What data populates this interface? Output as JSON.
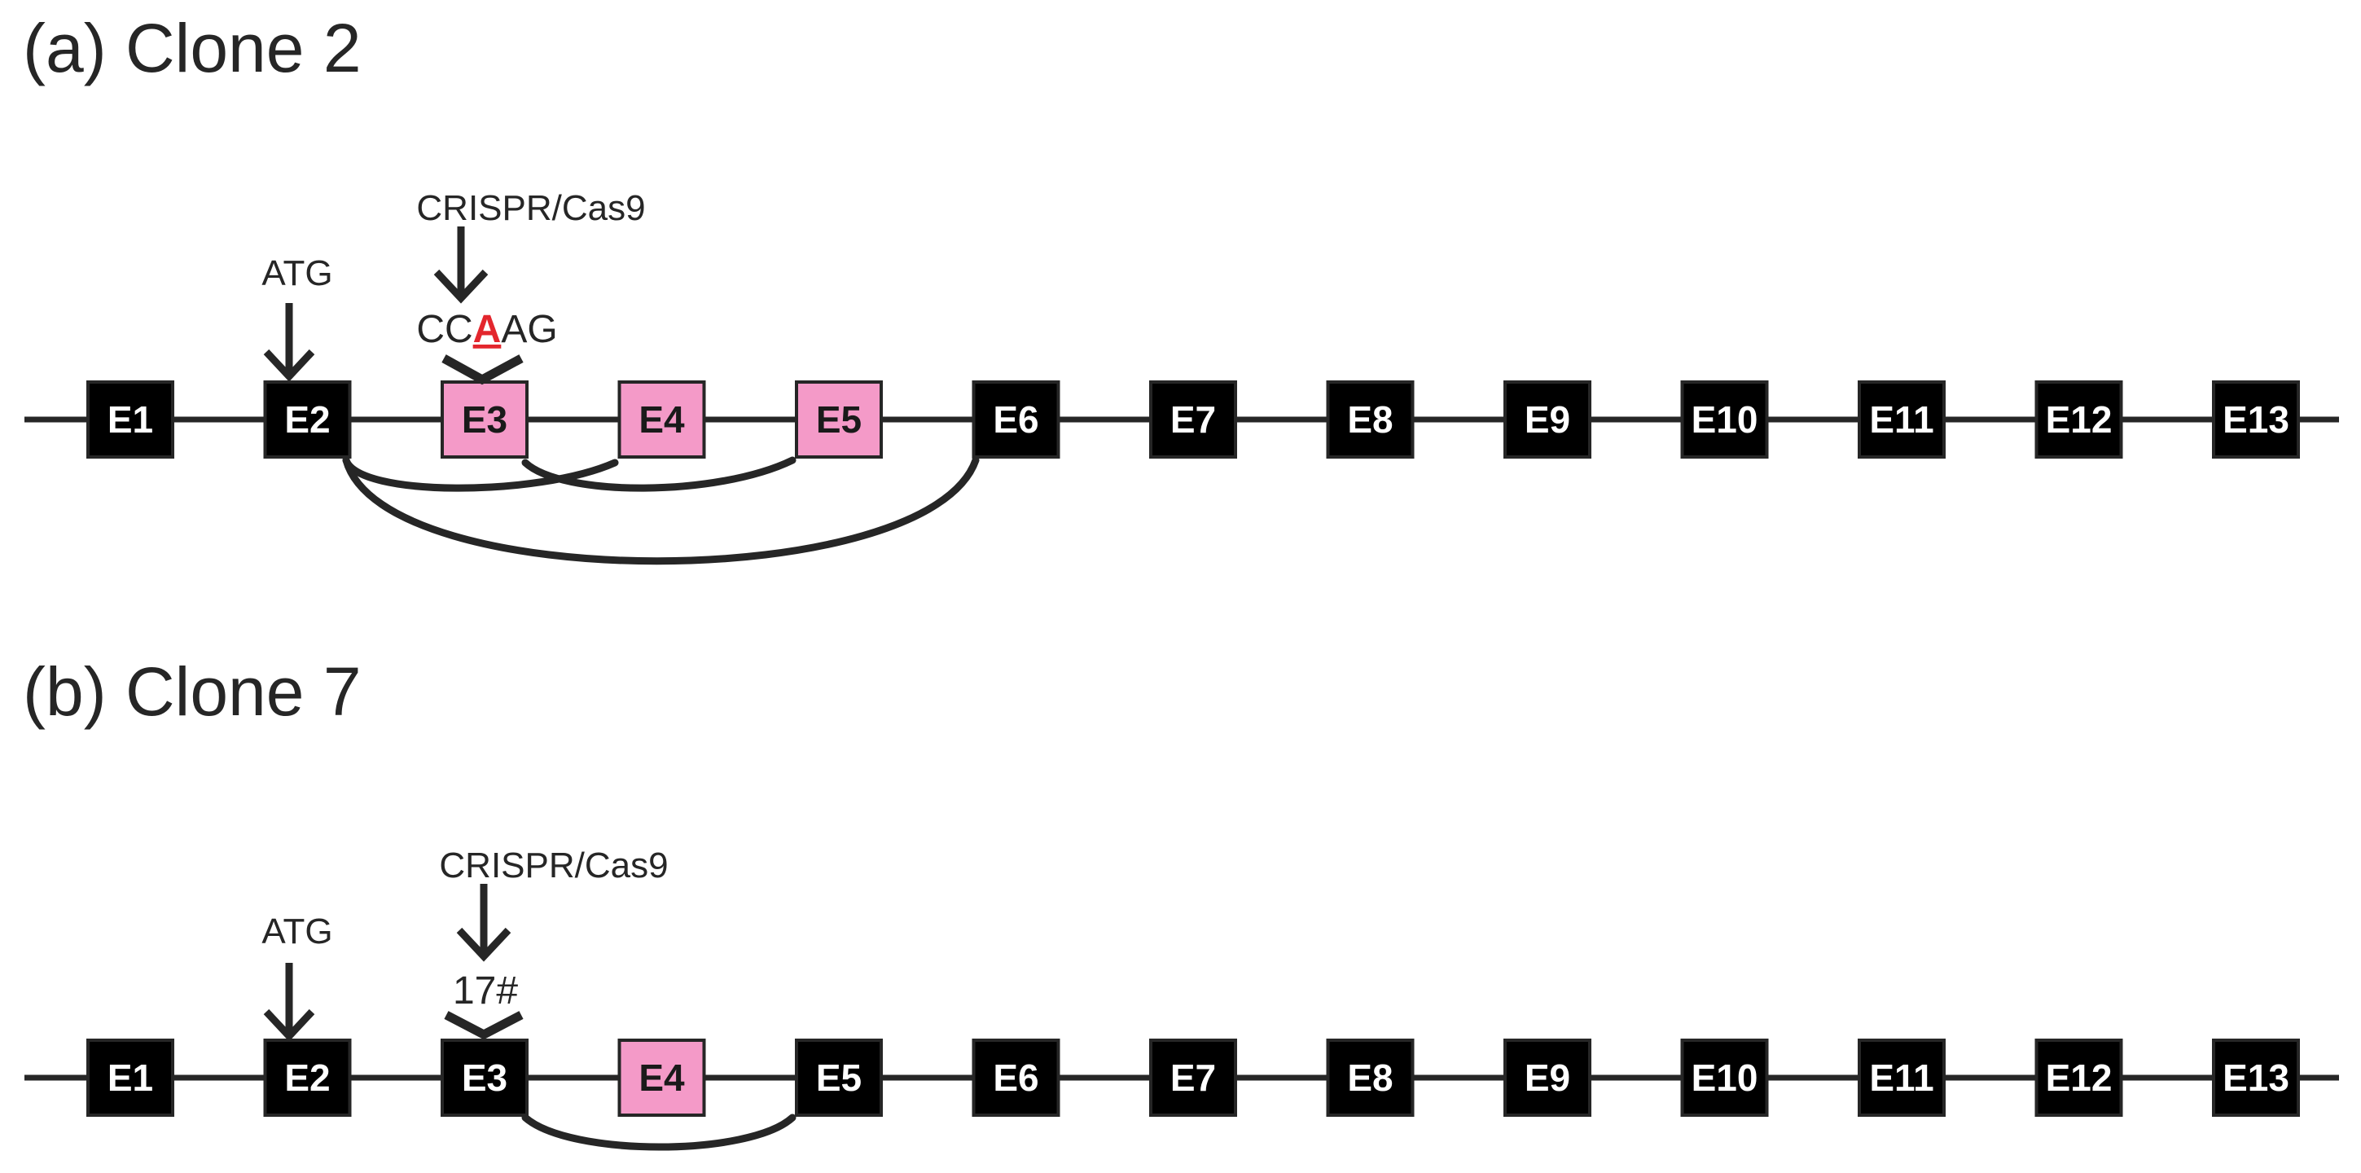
{
  "panels": [
    {
      "title": "(a) Clone 2",
      "atg_label": "ATG",
      "crispr_label": "CRISPR/Cas9",
      "site_seq": {
        "prefix": "CC",
        "mutated": "A",
        "suffix": "AG"
      },
      "exons": [
        {
          "label": "E1",
          "style": "normal"
        },
        {
          "label": "E2",
          "style": "normal"
        },
        {
          "label": "E3",
          "style": "skipped"
        },
        {
          "label": "E4",
          "style": "skipped"
        },
        {
          "label": "E5",
          "style": "skipped"
        },
        {
          "label": "E6",
          "style": "normal"
        },
        {
          "label": "E7",
          "style": "normal"
        },
        {
          "label": "E8",
          "style": "normal"
        },
        {
          "label": "E9",
          "style": "normal"
        },
        {
          "label": "E10",
          "style": "normal"
        },
        {
          "label": "E11",
          "style": "normal"
        },
        {
          "label": "E12",
          "style": "normal"
        },
        {
          "label": "E13",
          "style": "normal"
        }
      ],
      "splice_junctions": [
        [
          "E2",
          "E4"
        ],
        [
          "E3",
          "E5"
        ],
        [
          "E2",
          "E6"
        ]
      ]
    },
    {
      "title": "(b) Clone 7",
      "atg_label": "ATG",
      "crispr_label": "CRISPR/Cas9",
      "site_seq": {
        "prefix": "17#",
        "mutated": "",
        "suffix": ""
      },
      "exons": [
        {
          "label": "E1",
          "style": "normal"
        },
        {
          "label": "E2",
          "style": "normal"
        },
        {
          "label": "E3",
          "style": "normal"
        },
        {
          "label": "E4",
          "style": "skipped"
        },
        {
          "label": "E5",
          "style": "normal"
        },
        {
          "label": "E6",
          "style": "normal"
        },
        {
          "label": "E7",
          "style": "normal"
        },
        {
          "label": "E8",
          "style": "normal"
        },
        {
          "label": "E9",
          "style": "normal"
        },
        {
          "label": "E10",
          "style": "normal"
        },
        {
          "label": "E11",
          "style": "normal"
        },
        {
          "label": "E12",
          "style": "normal"
        },
        {
          "label": "E13",
          "style": "normal"
        }
      ],
      "splice_junctions": [
        [
          "E3",
          "E5"
        ]
      ]
    }
  ],
  "colors": {
    "normal_fill": "#000000",
    "normal_text": "#ffffff",
    "skipped_fill": "#f49ac8",
    "skipped_text": "#1a1a1a",
    "line": "#262626",
    "mutation": "#e3262d"
  }
}
